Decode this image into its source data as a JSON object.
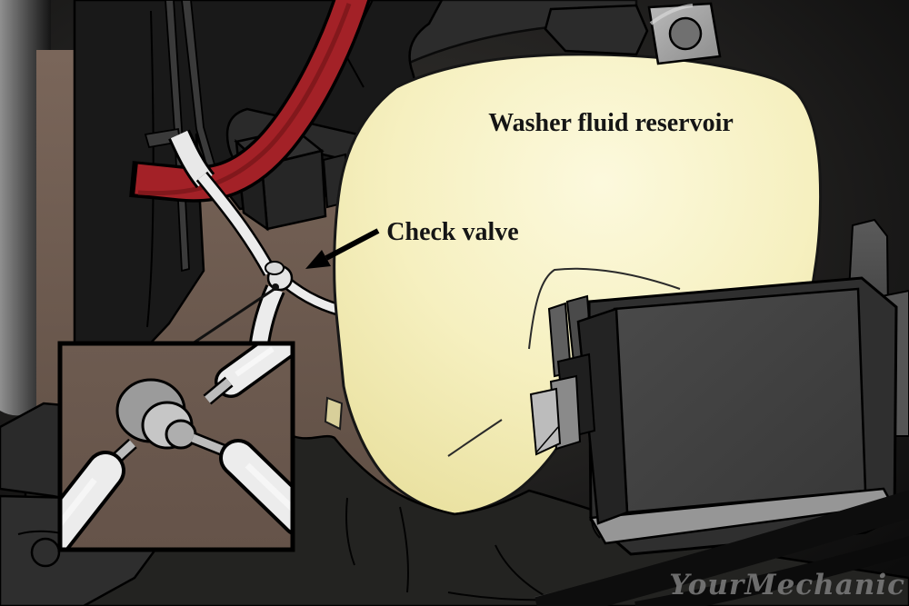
{
  "illustration": {
    "reservoir_label": "Washer fluid reservoir",
    "valve_label": "Check valve",
    "watermark": "YourMechanic"
  },
  "colors": {
    "bg_center": "#34322e",
    "bg_edge": "#0c0c0c",
    "side_gray": "#8f8f8f",
    "panel_brown": "#7a665a",
    "panel_brown_dark": "#5b4b41",
    "inset_brown": "#6d5b50",
    "inset_brown_dark": "#655349",
    "engine_black": "#191919",
    "cowl_gray": "#2c2c2c",
    "strip_gray": "#3a3a3a",
    "cable_red": "#a32127",
    "cable_red_dark": "#7c161b",
    "tube_white": "#ececec",
    "reservoir_core": "#fcf9dd",
    "reservoir_mid": "#f6f0c0",
    "reservoir_edge": "#e8df9c",
    "bracket_gray": "#b9b9b9",
    "bracket_hole": "#707070",
    "box_shell": "#2f2f2f",
    "box_face": "#4a4a4a",
    "box_rim": "#969696",
    "clip_gray": "#bcbcbc",
    "bottom_black": "#232321",
    "metal_mid": "#c6c6c6",
    "metal_dark": "#9b9b9b",
    "label_ink": "#151515",
    "watermark_gray": "#7d7d7d"
  }
}
